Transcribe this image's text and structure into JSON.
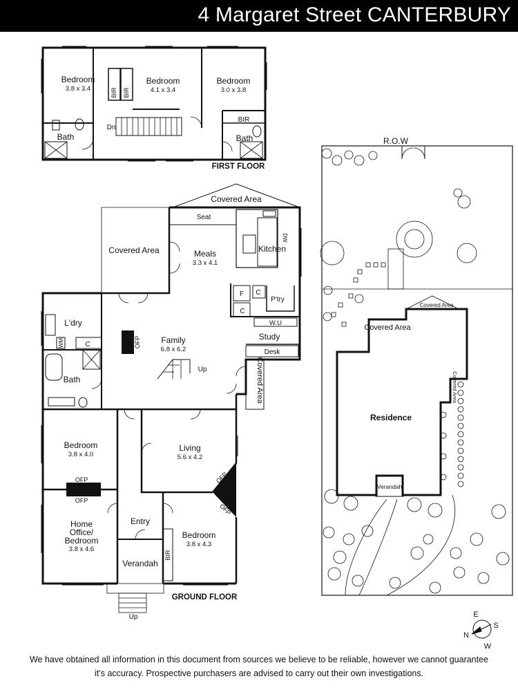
{
  "title": "4 Margaret Street CANTERBURY",
  "first_floor": {
    "label": "FIRST FLOOR",
    "rooms": [
      {
        "name": "Bedroom",
        "size": "3.8 x 3.4"
      },
      {
        "name": "Bedroom",
        "size": "4.1 x 3.4"
      },
      {
        "name": "Bedroom",
        "size": "3.0 x 3.8"
      }
    ],
    "bir1": "BIR",
    "bir2": "BIR",
    "bir3": "BIR",
    "bath1": "Bath",
    "bath2": "Bath",
    "dn": "Dn"
  },
  "ground_floor": {
    "label": "GROUND FLOOR",
    "covered_area_top": "Covered Area",
    "seat": "Seat",
    "dw": "DW",
    "kitchen": "Kitchen",
    "meals": {
      "name": "Meals",
      "size": "3.3 x 4.1"
    },
    "covered_area_left": "Covered Area",
    "f": "F",
    "c1": "C",
    "c2": "C",
    "c3": "C",
    "ptry": "P'try",
    "wu": "W.U",
    "study": "Study",
    "desk": "Desk",
    "covered_area_side": "Covered Area",
    "ldry": "L'dry",
    "wm": "WM",
    "family": {
      "name": "Family",
      "size": "6.8 x 6.2"
    },
    "ofp": "OFP",
    "up": "Up",
    "bath": "Bath",
    "bedroom1": {
      "name": "Bedroom",
      "size": "3.8 x 4.0"
    },
    "living": {
      "name": "Living",
      "size": "5.6 x 4.2"
    },
    "ofp_a": "OFP",
    "ofp_b": "OFP",
    "ofp_c": "OFP",
    "ofp_d": "OFP",
    "entry": "Entry",
    "home_office": {
      "line1": "Home",
      "line2": "Office/",
      "line3": "Bedroom",
      "size": "3.8 x 4.6"
    },
    "bedroom2": {
      "name": "Bedroom",
      "size": "3.8 x 4.3"
    },
    "bir": "BIR",
    "verandah": "Verandah",
    "up_bottom": "Up"
  },
  "site": {
    "row": "R.O.W",
    "covered_area_small": "Covered Area",
    "covered_area": "Covered Area",
    "covered_area_narrow": "Covered Area",
    "residence": "Residence",
    "verandah": "Verandah"
  },
  "compass": {
    "n": "N",
    "e": "E",
    "s": "S",
    "w": "W"
  },
  "disclaimer_line1": "We have obtained all information in this document from sources we believe to be reliable, however we cannot guarantee",
  "disclaimer_line2": "it’s accuracy. Prospective purchasers are advised to carry out their own investigations."
}
